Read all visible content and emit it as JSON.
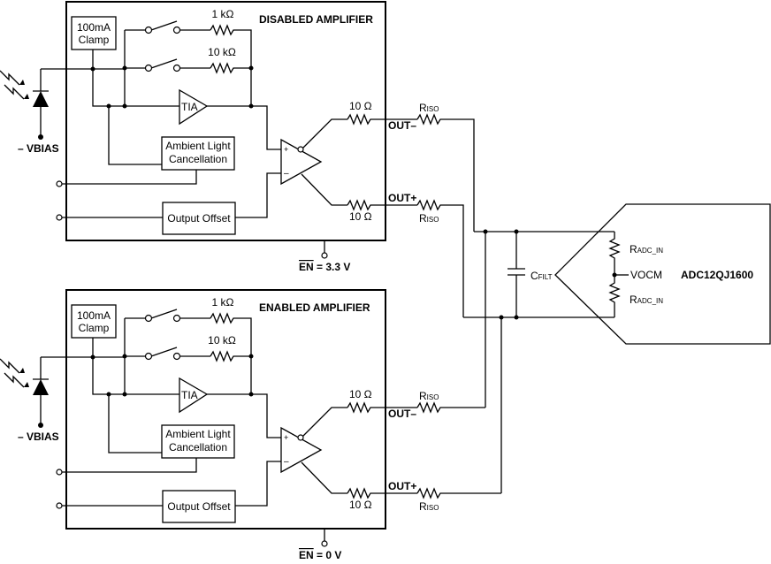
{
  "blocks": [
    {
      "title": "DISABLED AMPLIFIER",
      "title_color": "#c00000",
      "clamp": [
        "100mA",
        "Clamp"
      ],
      "r_feedback_1": "1 kΩ",
      "r_feedback_2": "10 kΩ",
      "tia": "TIA",
      "ambient": [
        "Ambient Light",
        "Cancellation"
      ],
      "output_offset": "Output Offset",
      "r_out_top": "10 Ω",
      "r_out_bottom": "10 Ω",
      "vbias": "– VBIAS",
      "out_minus": "OUT–",
      "out_plus": "OUT+",
      "riso_top": "R",
      "riso_bottom": "R",
      "riso_sub": "ISO",
      "en_label": "EN",
      "en_value": " = 3.3 V"
    },
    {
      "title": "ENABLED AMPLIFIER",
      "title_color": "#00a550",
      "clamp": [
        "100mA",
        "Clamp"
      ],
      "r_feedback_1": "1 kΩ",
      "r_feedback_2": "10 kΩ",
      "tia": "TIA",
      "ambient": [
        "Ambient Light",
        "Cancellation"
      ],
      "output_offset": "Output Offset",
      "r_out_top": "10 Ω",
      "r_out_bottom": "10 Ω",
      "vbias": "– VBIAS",
      "out_minus": "OUT–",
      "out_plus": "OUT+",
      "riso_top": "R",
      "riso_bottom": "R",
      "riso_sub": "ISO",
      "en_label": "EN",
      "en_value": " = 0 V"
    }
  ],
  "adc": {
    "name": "ADC12QJ1600",
    "cfilt": "C",
    "cfilt_sub": "FILT",
    "radc": "R",
    "radc_sub": "ADC_IN",
    "vocm": "VOCM"
  }
}
